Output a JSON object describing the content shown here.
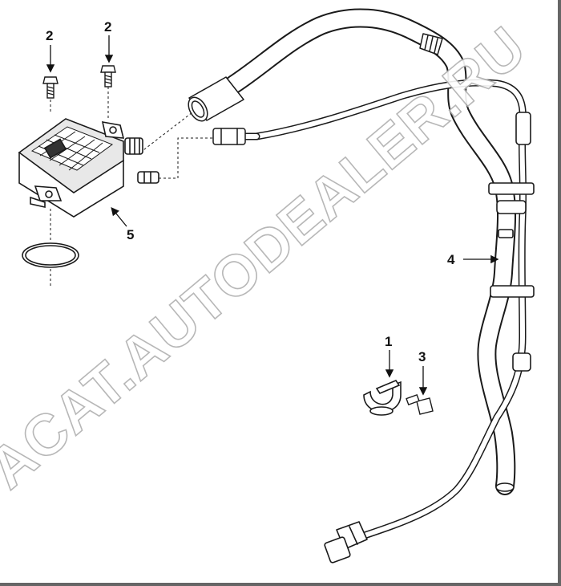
{
  "callouts": {
    "bolt_left": "2",
    "bolt_right": "2",
    "clip": "1",
    "clip_bolt": "3",
    "hose": "4",
    "module": "5"
  },
  "watermark": "ACAT.AUTODEALER.RU"
}
